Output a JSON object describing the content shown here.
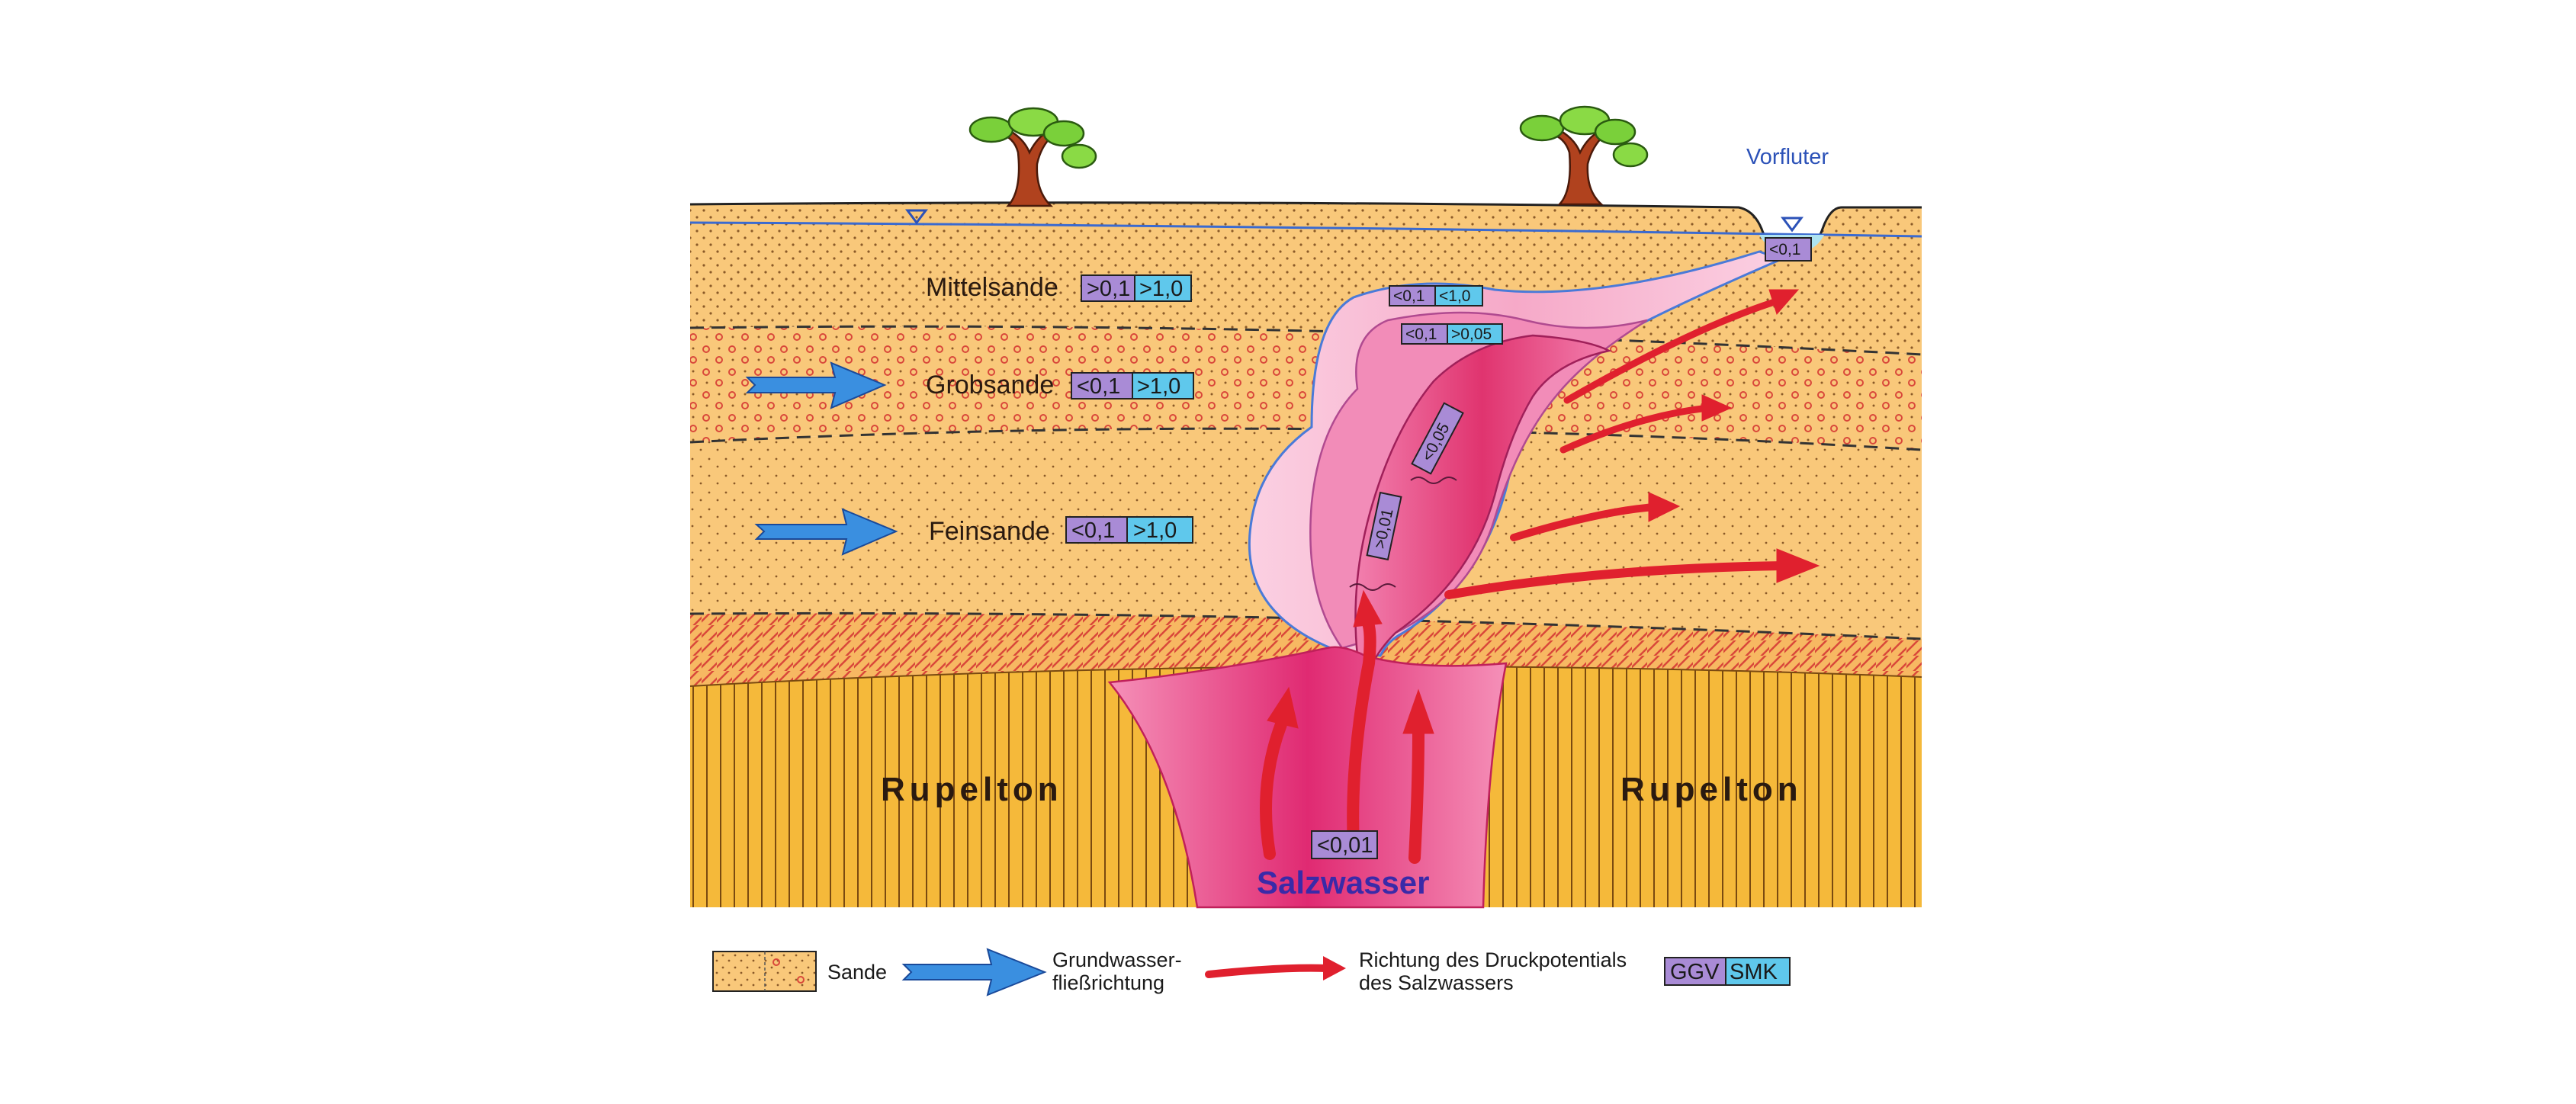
{
  "colors": {
    "sand": "#f9c87a",
    "clay": "#f5b93a",
    "ggv": "#a98bd6",
    "smk": "#5fc8ec",
    "salt_core": "#e8347a",
    "salt_outer": "#f7b6d2",
    "arrow_blue": "#3a8fe0",
    "arrow_red": "#e0202e"
  },
  "layers": {
    "mittelsande": "Mittelsande",
    "grobsande": "Grobsande",
    "feinsande": "Feinsande",
    "rupelton_left": "Rupelton",
    "rupelton_right": "Rupelton"
  },
  "labels": {
    "vorfluter": "Vorfluter",
    "salzwasser": "Salzwasser"
  },
  "tags": {
    "mittel": [
      ">0,1",
      ">1,0"
    ],
    "grob": [
      "<0,1",
      ">1,0"
    ],
    "fein": [
      "<0,1",
      ">1,0"
    ],
    "vorfluter": "<0,1",
    "plume_outer": [
      "<0,1",
      "<1,0"
    ],
    "plume_middle": [
      "<0,1",
      ">0,05"
    ],
    "plume_inner_top": "<0,05",
    "plume_inner_bottom": ">0,01",
    "salzwasser": "<0,01"
  },
  "legend": {
    "sande": "Sande",
    "grundwasser_line1": "Grundwasser-",
    "grundwasser_line2": "fließrichtung",
    "druck_line1": "Richtung des Druckpotentials",
    "druck_line2": "des Salzwassers",
    "ggv": "GGV",
    "smk": "SMK"
  },
  "icons": [
    "tree-icon",
    "water-level-icon",
    "flow-arrow-icon",
    "pressure-arrow-icon"
  ]
}
